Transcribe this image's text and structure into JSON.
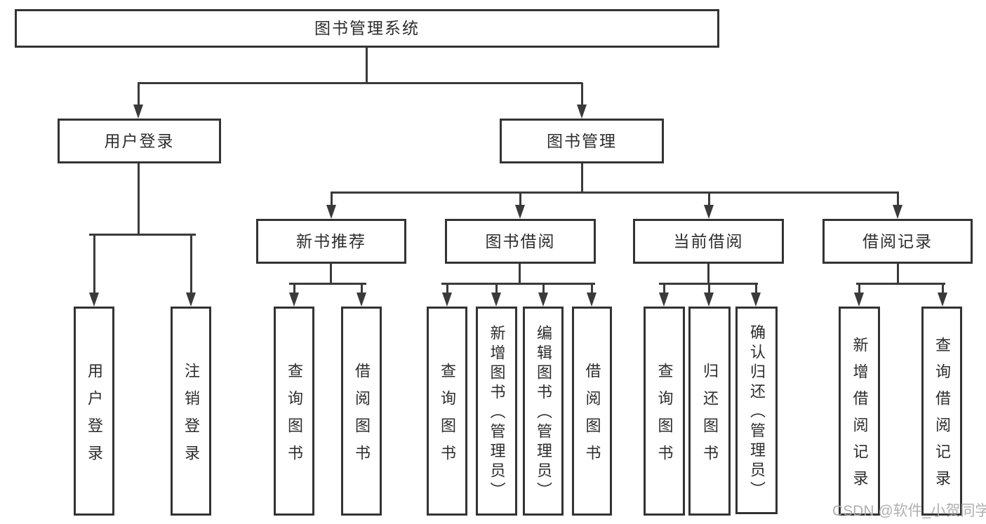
{
  "diagram_type": "hierarchy-tree",
  "colors": {
    "background": "#ffffff",
    "box_border": "#333333",
    "box_fill": "#ffffff",
    "text": "#2d2d2d",
    "connector": "#3a3a3a",
    "watermark": "#a8a8aa"
  },
  "nodes": {
    "root": "图书管理系统",
    "user_login": "用户登录",
    "book_mgmt": "图书管理",
    "new_book_rec": "新书推荐",
    "book_borrow": "图书借阅",
    "current_borrow": "当前借阅",
    "borrow_records": "借阅记录"
  },
  "leaves": {
    "user_login": [
      "用户登录",
      "注销登录"
    ],
    "new_book_rec": [
      "查询图书",
      "借阅图书"
    ],
    "book_borrow": [
      "查询图书",
      "新增图书（管理员）",
      "编辑图书（管理员）",
      "借阅图书"
    ],
    "current_borrow": [
      "查询图书",
      "归还图书",
      "确认归还（管理员）"
    ],
    "borrow_records": [
      "新增借阅记录",
      "查询借阅记录"
    ]
  },
  "watermark": "CSDN @软件_小贺同学"
}
